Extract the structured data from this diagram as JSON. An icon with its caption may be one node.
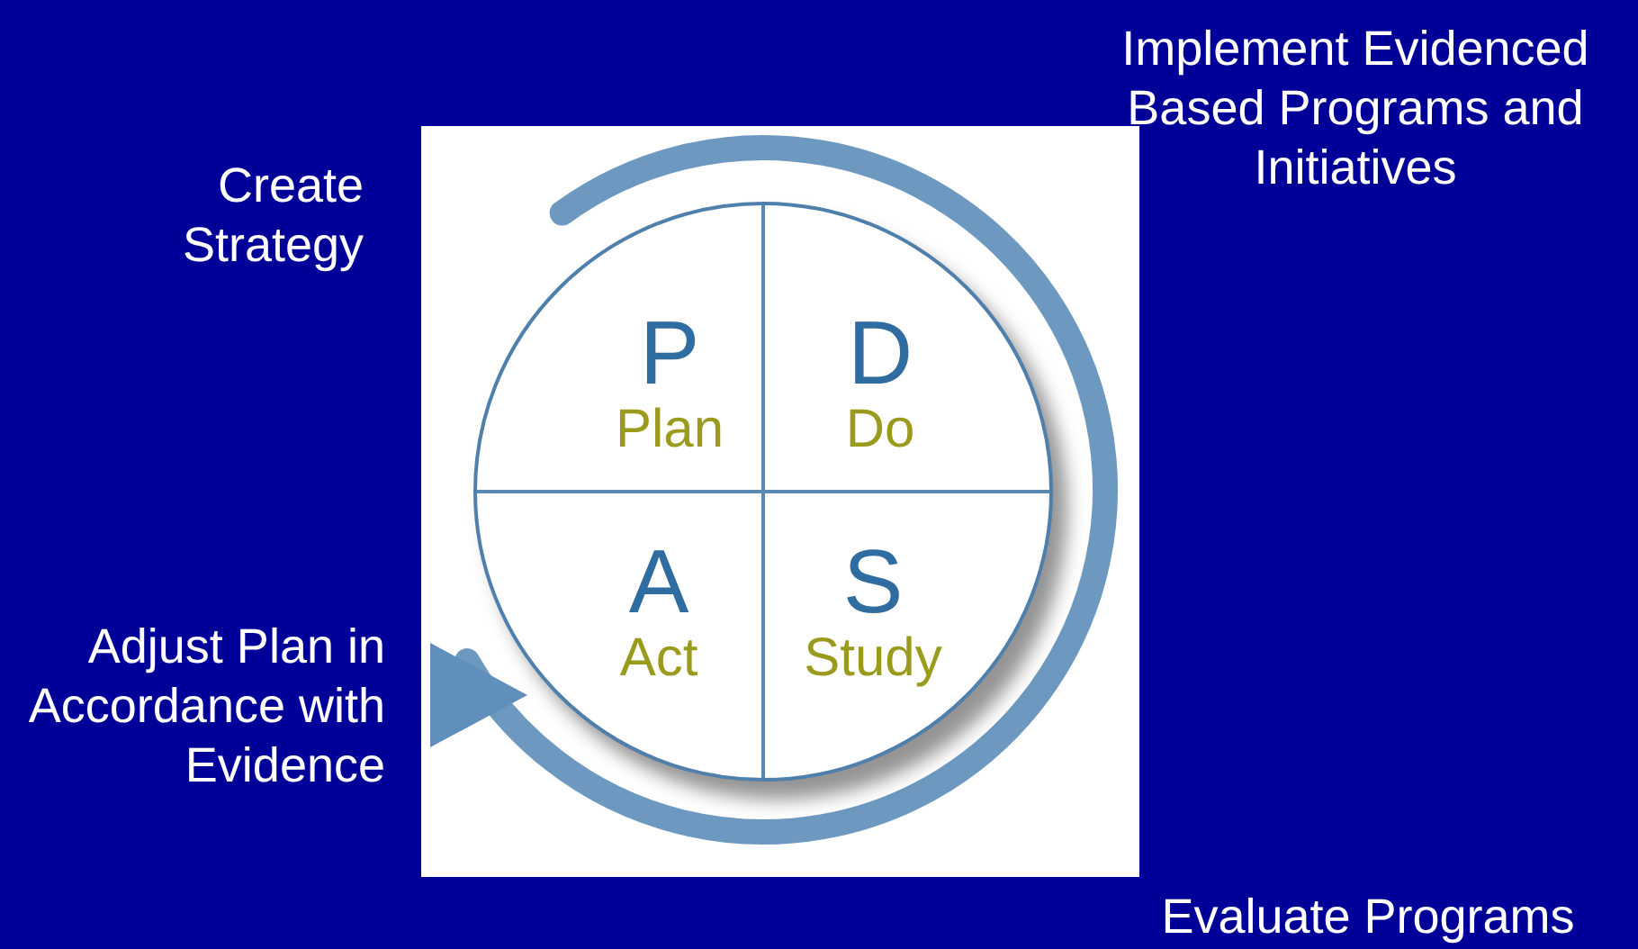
{
  "diagram": {
    "nodes": [
      {
        "text": [],
        "shape": "circle"
      },
      {
        "text": [
          "P",
          "Plan"
        ],
        "in": 0
      },
      {
        "text": [
          "D",
          "Do"
        ],
        "in": 0
      },
      {
        "text": [
          "A",
          "Act"
        ],
        "in": 0
      },
      {
        "text": [
          "S",
          "Study"
        ],
        "in": 0
      }
    ],
    "labels": [
      "Implement Evidenced Based Programs and Initiatives",
      "Create Strategy",
      "Adjust Plan in Accordance with Evidence",
      "Evaluate Programs"
    ]
  }
}
